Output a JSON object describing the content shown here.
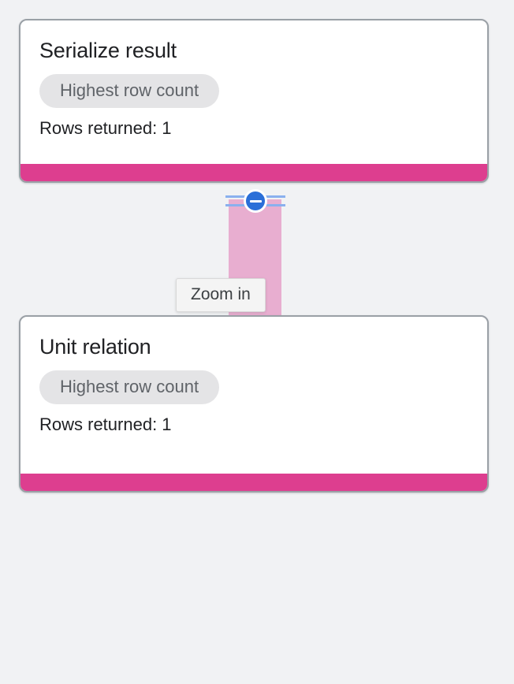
{
  "canvas": {
    "background_color": "#f1f2f4"
  },
  "nodes": [
    {
      "id": "serialize-result",
      "title": "Serialize result",
      "chip_label": "Highest row count",
      "meta": "Rows returned: 1",
      "footer_color": "#dd3e8f",
      "border_color": "#9aa0a6"
    },
    {
      "id": "unit-relation",
      "title": "Unit relation",
      "chip_label": "Highest row count",
      "meta": "Rows returned: 1",
      "footer_color": "#dd3e8f",
      "border_color": "#9aa0a6"
    }
  ],
  "edge": {
    "color": "#e8aed0",
    "handle": {
      "icon": "minus-circle-icon",
      "circle_color": "#2b6fd8",
      "line_color": "#8ab0ee",
      "state": "expanded"
    }
  },
  "tooltip": {
    "text": "Zoom in",
    "background_color": "#f4f4f4",
    "text_color": "#3c4043"
  }
}
